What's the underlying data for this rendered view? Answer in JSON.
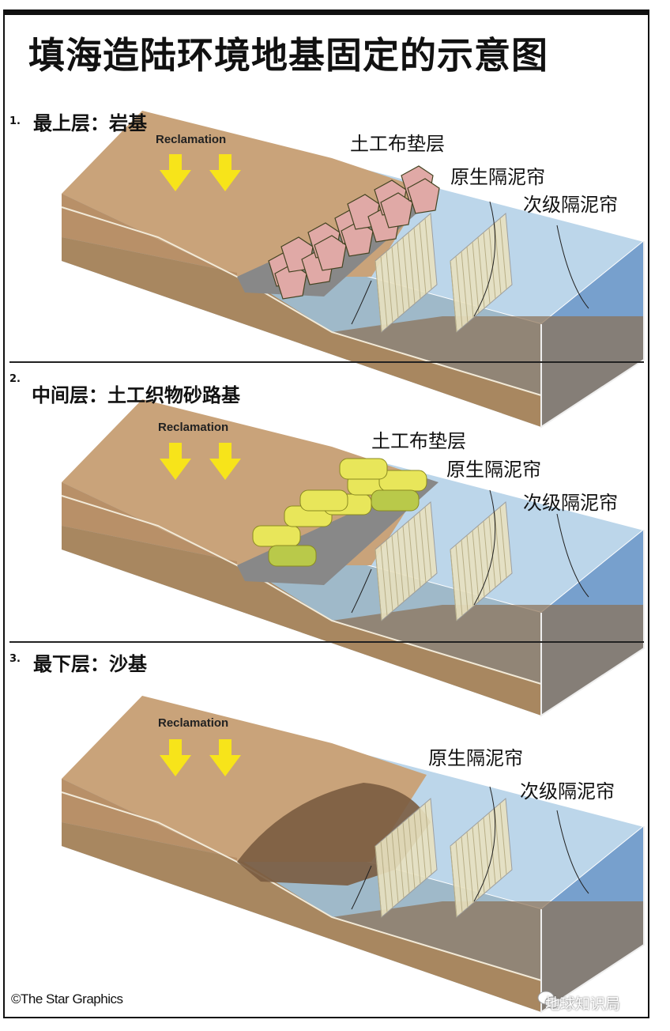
{
  "title": "填海造陆环境地基固定的示意图",
  "panels": [
    {
      "number": "1.",
      "heading": "最上层：岩基",
      "reclamation": "Reclamation",
      "labels": [
        "土工布垫层",
        "原生隔泥帘",
        "次级隔泥帘"
      ],
      "fill": "rock"
    },
    {
      "number": "2.",
      "heading": "中间层：土工织物砂路基",
      "reclamation": "Reclamation",
      "labels": [
        "土工布垫层",
        "原生隔泥帘",
        "次级隔泥帘"
      ],
      "fill": "bags"
    },
    {
      "number": "3.",
      "heading": "最下层：沙基",
      "reclamation": "Reclamation",
      "labels": [
        "原生隔泥帘",
        "次级隔泥帘"
      ],
      "fill": "sand"
    }
  ],
  "credit": "©The Star Graphics",
  "watermark": "地球知识局",
  "colors": {
    "land": "#c9a37a",
    "soil": "#a88760",
    "water": "#bcd6ea",
    "deep_water": "#5f8fc4",
    "arrow": "#f7e41a",
    "rock": "#e0a9a6",
    "bags": "#e8e65a",
    "sand": "#7a5c40"
  }
}
